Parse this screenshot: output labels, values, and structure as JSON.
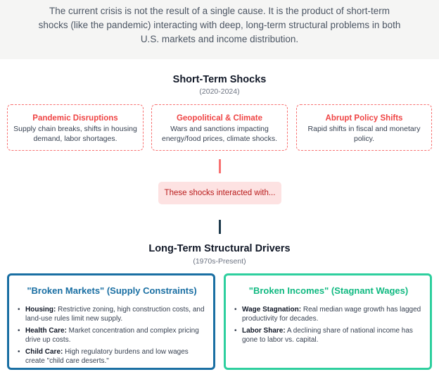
{
  "intro_text": "The current crisis is not the result of a single cause. It is the product of short-term shocks (like the pandemic) interacting with deep, long-term structural problems in both U.S. markets and income distribution.",
  "short_term": {
    "title": "Short-Term Shocks",
    "period": "(2020-2024)",
    "cards": [
      {
        "title": "Pandemic Disruptions",
        "desc": "Supply chain breaks, shifts in housing demand, labor shortages."
      },
      {
        "title": "Geopolitical & Climate",
        "desc": "Wars and sanctions impacting energy/food prices, climate shocks."
      },
      {
        "title": "Abrupt Policy Shifts",
        "desc": "Rapid shifts in fiscal and monetary policy."
      }
    ]
  },
  "connector_text": "These shocks interacted with...",
  "long_term": {
    "title": "Long-Term Structural Drivers",
    "period": "(1970s-Present)",
    "cards": [
      {
        "title": "\"Broken Markets\" (Supply Constraints)",
        "items": [
          {
            "label": "Housing:",
            "text": " Restrictive zoning, high construction costs, and land-use rules limit new supply."
          },
          {
            "label": "Health Care:",
            "text": " Market concentration and complex pricing drive up costs."
          },
          {
            "label": "Child Care:",
            "text": " High regulatory burdens and low wages create \"child care deserts.\""
          }
        ]
      },
      {
        "title": "\"Broken Incomes\" (Stagnant Wages)",
        "items": [
          {
            "label": "Wage Stagnation:",
            "text": " Real median wage growth has lagged productivity for decades."
          },
          {
            "label": "Labor Share:",
            "text": " A declining share of national income has gone to labor vs. capital."
          }
        ]
      }
    ]
  },
  "colors": {
    "shock_red": "#ef4444",
    "markets_blue": "#1a6fa3",
    "incomes_teal": "#2ecf9e",
    "connector_dark": "#1e3a4c"
  }
}
